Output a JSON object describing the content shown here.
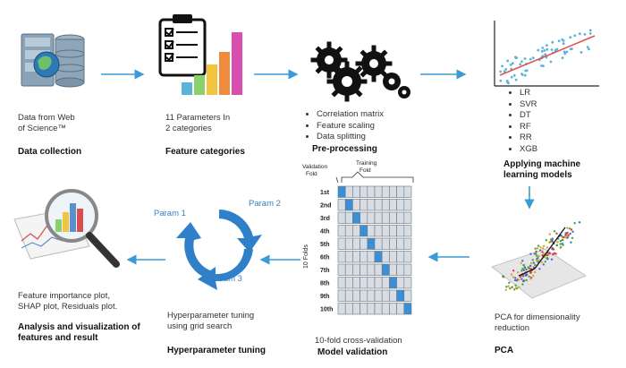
{
  "steps": {
    "data_collection": {
      "desc_line1": "Data from Web",
      "desc_line2": "of Science™",
      "title": "Data collection"
    },
    "feature_categories": {
      "desc_line1": "11 Parameters In",
      "desc_line2": "2 categories",
      "title": "Feature categories"
    },
    "preprocessing": {
      "items": [
        "Correlation matrix",
        "Feature scaling",
        "Data splitting"
      ],
      "title": "Pre-processing"
    },
    "ml_models": {
      "items": [
        "LR",
        "SVR",
        "DT",
        "RF",
        "RR",
        "XGB"
      ],
      "title_line1": "Applying machine",
      "title_line2": "learning models"
    },
    "pca": {
      "desc_line1": "PCA for dimensionality",
      "desc_line2": "reduction",
      "title": "PCA"
    },
    "model_validation": {
      "validation_fold_line1": "Validation",
      "validation_fold_line2": "Fold",
      "training_fold_line1": "Training",
      "training_fold_line2": "Fold",
      "axis_label": "10 Folds",
      "fold_labels": [
        "1st",
        "2nd",
        "3rd",
        "4th",
        "5th",
        "6th",
        "7th",
        "8th",
        "9th",
        "10th"
      ],
      "desc": "10-fold cross-validation",
      "title": "Model validation"
    },
    "hyperparameter_tuning": {
      "param1": "Param 1",
      "param2": "Param 2",
      "param3": "Param 3",
      "desc_line1": "Hyperparameter tuning",
      "desc_line2": "using grid search",
      "title": "Hyperparameter tuning"
    },
    "analysis": {
      "desc_line1": "Feature importance plot,",
      "desc_line2": "SHAP plot, Residuals plot.",
      "title_line1": "Analysis and visualization of",
      "title_line2": "features and result"
    }
  },
  "colors": {
    "arrow": "#3b9bd6",
    "cycle_blue": "#2f7fc9",
    "fold_blue": "#3a8fd6",
    "fold_grey": "#d7dde3",
    "regression_points": "#5ab4d8",
    "regression_line": "#e05050"
  }
}
